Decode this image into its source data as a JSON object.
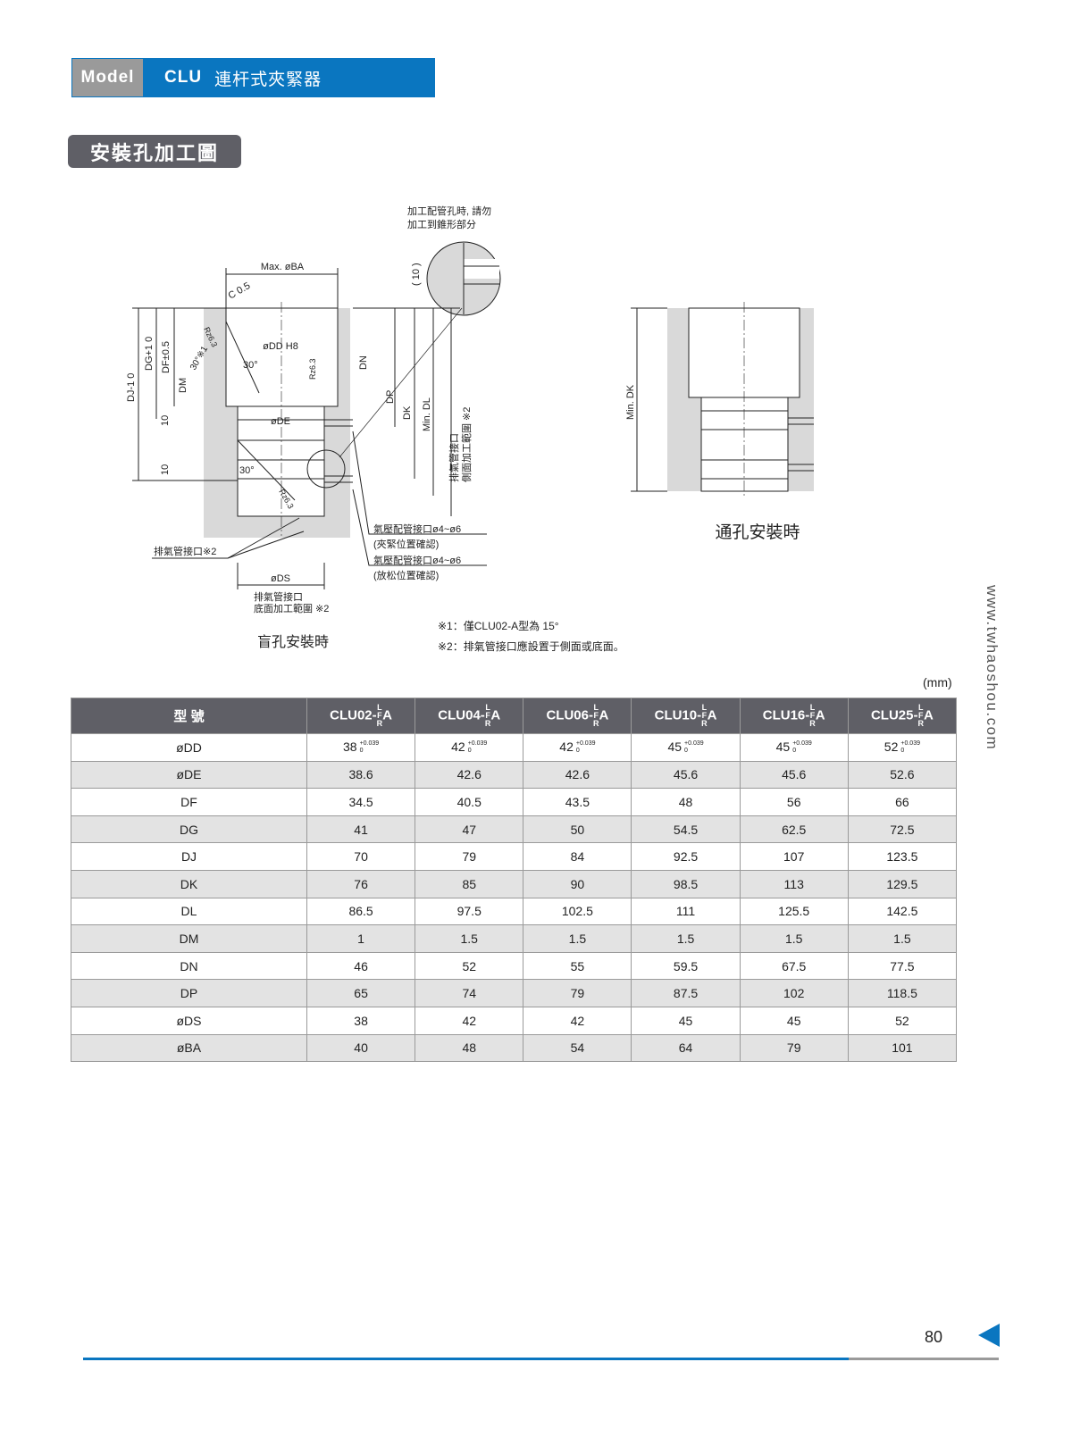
{
  "header": {
    "model_tag": "Model",
    "model_code": "CLU",
    "model_name": "連杆式夾緊器"
  },
  "section_title": "安裝孔加工圖",
  "diagram_blind": {
    "caption": "盲孔安裝時",
    "callout_top": [
      "加工配管孔時, 請勿",
      "加工到錐形部分"
    ],
    "labels": {
      "max_ba": "Max. øBA",
      "c05": "C 0.5",
      "dd": "øDD H8",
      "de": "øDE",
      "ds": "øDS",
      "dj": "DJ-1 0",
      "dg": "DG+1 0",
      "df": "DF±0.5",
      "dm": "DM",
      "dn": "DN",
      "dp": "DP",
      "dk": "DK",
      "min_dl": "Min. DL",
      "ten": "10",
      "ten_paren": "( 10 )",
      "angle30": "30°",
      "angle30n": "30°※1",
      "rz": "Rz6.3"
    },
    "exhaust_side": [
      "排氣管接口",
      "側面加工範圍 ※2"
    ],
    "exhaust_port": "排氣管接口※2",
    "exhaust_bottom": [
      "排氣管接口",
      "底面加工範圍 ※2"
    ],
    "air_ports": [
      "氣壓配管接口ø4~ø6",
      "(夾緊位置確認)",
      "氣壓配管接口ø4~ø6",
      "(放松位置確認)"
    ]
  },
  "diagram_through": {
    "caption": "通孔安裝時",
    "min_dk": "Min. DK"
  },
  "notes": [
    "※1：僅CLU02-A型為 15°",
    "※2：排氣管接口應設置于側面或底面。"
  ],
  "table": {
    "unit": "(mm)",
    "header_label": "型 號",
    "models": [
      {
        "prefix": "CLU02-",
        "mid": "F",
        "suffix": "A",
        "top": "L",
        "bottom": "R"
      },
      {
        "prefix": "CLU04-",
        "mid": "F",
        "suffix": "A",
        "top": "L",
        "bottom": "R"
      },
      {
        "prefix": "CLU06-",
        "mid": "F",
        "suffix": "A",
        "top": "L",
        "bottom": "R"
      },
      {
        "prefix": "CLU10-",
        "mid": "F",
        "suffix": "A",
        "top": "L",
        "bottom": "R"
      },
      {
        "prefix": "CLU16-",
        "mid": "F",
        "suffix": "A",
        "top": "L",
        "bottom": "R"
      },
      {
        "prefix": "CLU25-",
        "mid": "F",
        "suffix": "A",
        "top": "L",
        "bottom": "R"
      }
    ],
    "tolerance": {
      "upper": "+0.039",
      "lower": "0"
    },
    "rows": [
      {
        "label": "øDD",
        "values": [
          "38",
          "42",
          "42",
          "45",
          "45",
          "52"
        ],
        "tol": true
      },
      {
        "label": "øDE",
        "values": [
          "38.6",
          "42.6",
          "42.6",
          "45.6",
          "45.6",
          "52.6"
        ]
      },
      {
        "label": "DF",
        "values": [
          "34.5",
          "40.5",
          "43.5",
          "48",
          "56",
          "66"
        ]
      },
      {
        "label": "DG",
        "values": [
          "41",
          "47",
          "50",
          "54.5",
          "62.5",
          "72.5"
        ]
      },
      {
        "label": "DJ",
        "values": [
          "70",
          "79",
          "84",
          "92.5",
          "107",
          "123.5"
        ]
      },
      {
        "label": "DK",
        "values": [
          "76",
          "85",
          "90",
          "98.5",
          "113",
          "129.5"
        ]
      },
      {
        "label": "DL",
        "values": [
          "86.5",
          "97.5",
          "102.5",
          "111",
          "125.5",
          "142.5"
        ]
      },
      {
        "label": "DM",
        "values": [
          "1",
          "1.5",
          "1.5",
          "1.5",
          "1.5",
          "1.5"
        ]
      },
      {
        "label": "DN",
        "values": [
          "46",
          "52",
          "55",
          "59.5",
          "67.5",
          "77.5"
        ]
      },
      {
        "label": "DP",
        "values": [
          "65",
          "74",
          "79",
          "87.5",
          "102",
          "118.5"
        ]
      },
      {
        "label": "øDS",
        "values": [
          "38",
          "42",
          "42",
          "45",
          "45",
          "52"
        ]
      },
      {
        "label": "øBA",
        "values": [
          "40",
          "48",
          "54",
          "64",
          "79",
          "101"
        ]
      }
    ]
  },
  "website": "www.twhaoshou.com",
  "page_number": "80",
  "colors": {
    "brand_blue": "#0a76c0",
    "title_grey": "#5f5f66",
    "model_grey": "#9a9a9a"
  }
}
